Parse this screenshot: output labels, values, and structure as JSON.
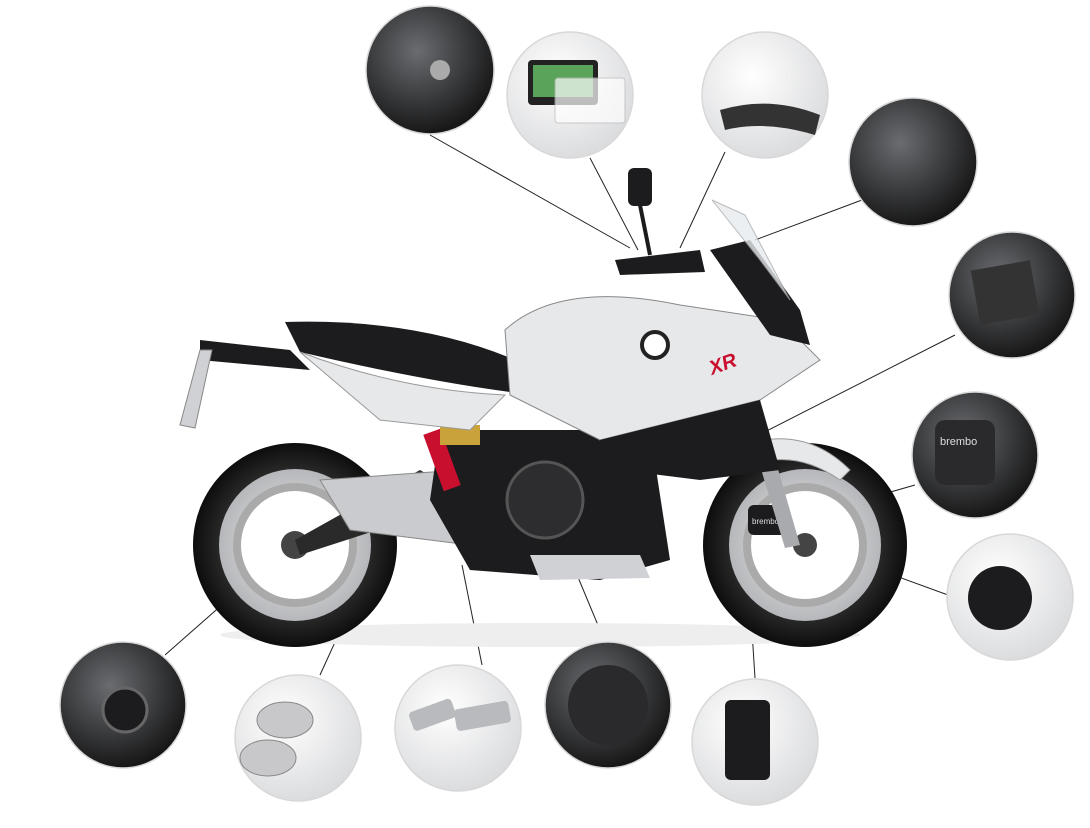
{
  "colors": {
    "background": "#ffffff",
    "callout_border": "#d8d8d8",
    "leader_line": "#222222",
    "bike_white": "#e6e8ea",
    "bike_black": "#1c1c1e",
    "accent_red": "#c8102e",
    "shock_gold": "#c9a23a"
  },
  "labels": {
    "model_badge": "XR",
    "caliper_text": "brembo",
    "caliper_text_2": "brembo"
  }
}
